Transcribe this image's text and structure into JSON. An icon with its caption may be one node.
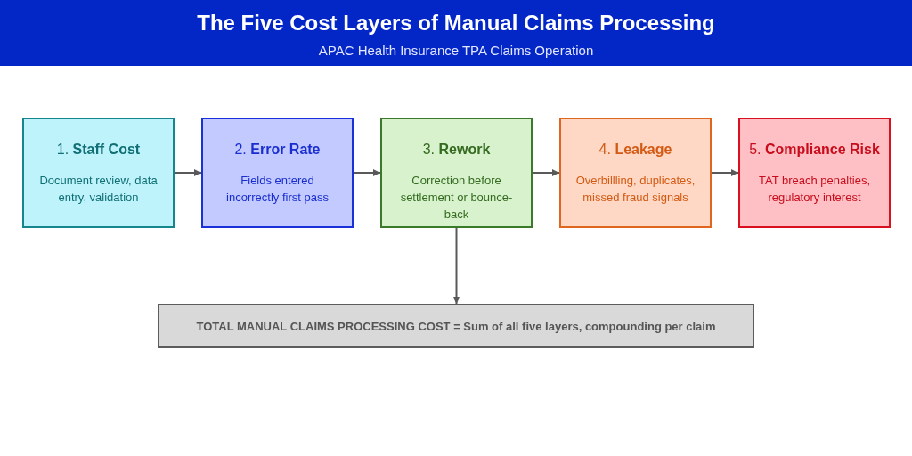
{
  "diagram": {
    "title": "The Five Cost Layers of Manual Claims Processing",
    "nodes": [
      {
        "text": [
          "1. **Staff Cost**",
          "Document review, data entry, validation"
        ]
      },
      {
        "text": [
          "2. **Error Rate**",
          "Fields entered incorrectly first pass"
        ]
      },
      {
        "text": [
          "3. **Rework**",
          "Correction before settlement or bounce-back"
        ]
      },
      {
        "text": [
          "4. **Leakage**",
          "Overbillling, duplicates, missed fraud signals"
        ]
      },
      {
        "text": [
          "5. **Compliance Risk**",
          "TAT breach penalties, regulatory interest"
        ]
      },
      {
        "text": [
          "TOTAL MANUAL CLAIMS PROCESSING COST = Sum of all five layers, compounding per claim"
        ]
      }
    ],
    "edges": [
      {
        "from": 0,
        "to": 1,
        "arrow": "to"
      },
      {
        "from": 1,
        "to": 2,
        "arrow": "to"
      },
      {
        "from": 2,
        "to": 3,
        "arrow": "to"
      },
      {
        "from": 3,
        "to": 4,
        "arrow": "to"
      },
      {
        "from": 2,
        "to": 5,
        "arrow": "to"
      }
    ],
    "labels": [
      "APAC Health Insurance TPA Claims Operation"
    ]
  }
}
